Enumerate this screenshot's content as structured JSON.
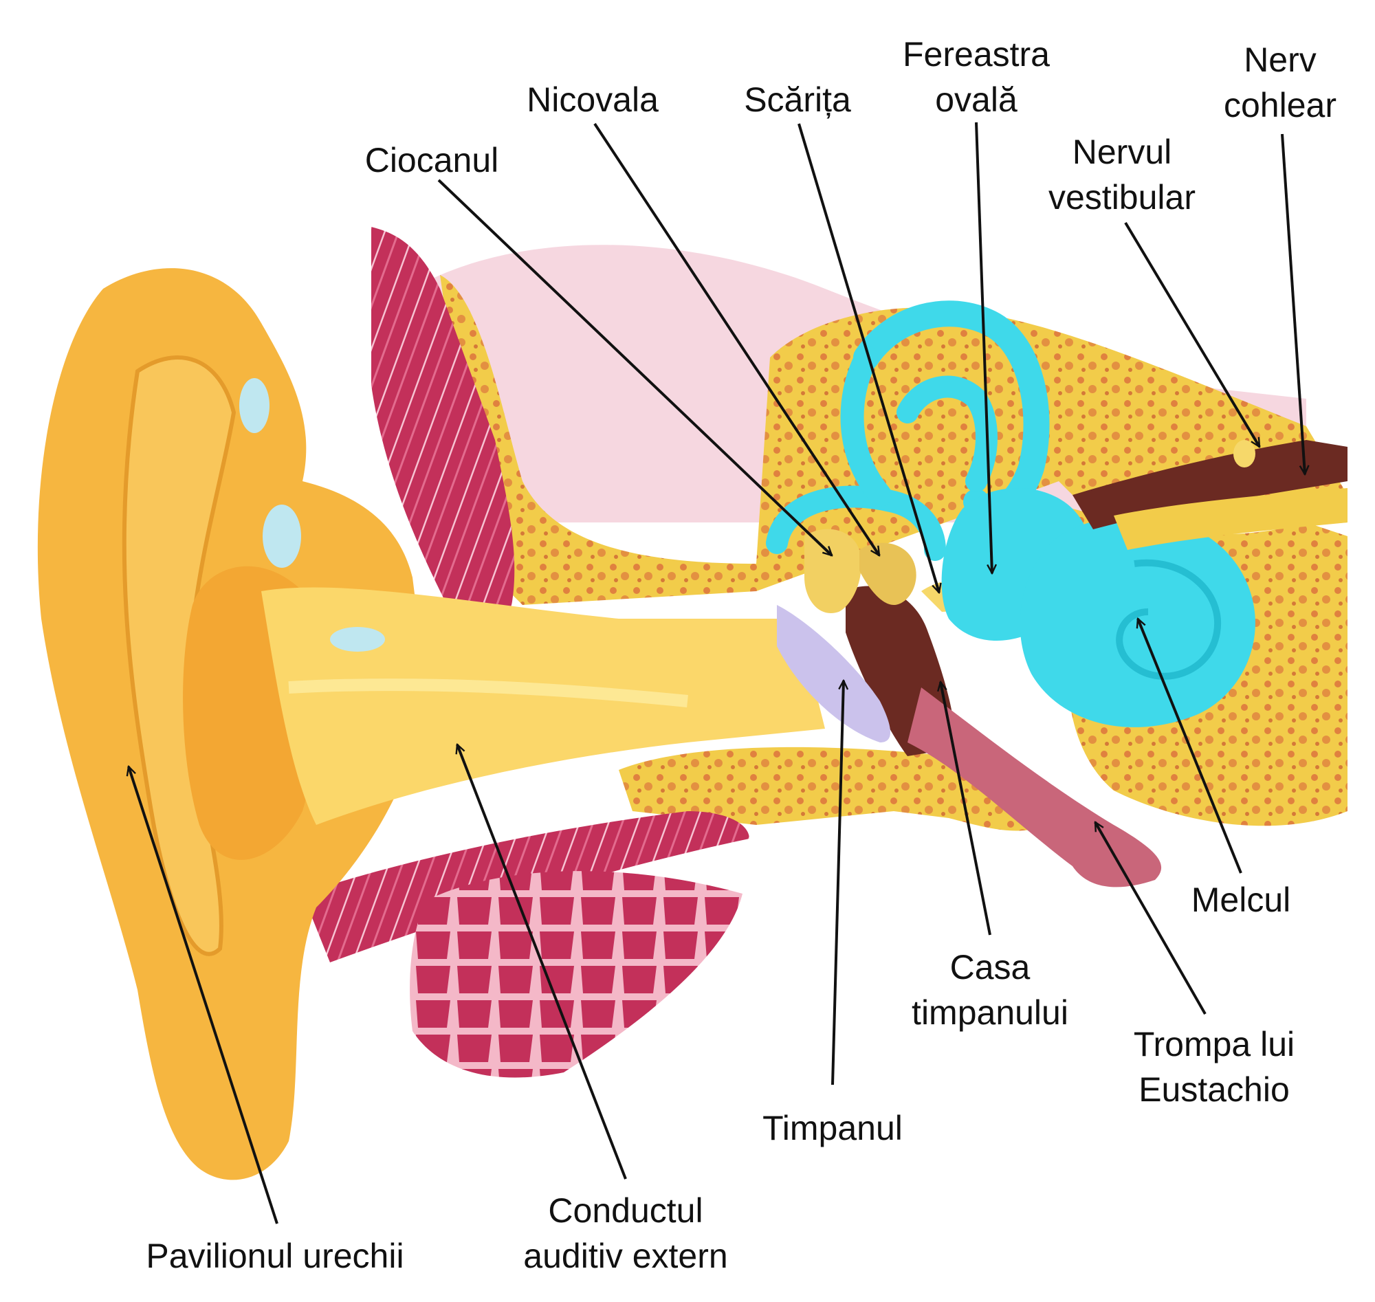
{
  "colors": {
    "skin": "#f6b640",
    "skin_light": "#ffd66b",
    "canal": "#fbd76a",
    "bone": "#f2cc4a",
    "bone_spots": "#d9683a",
    "muscle": "#c3305a",
    "muscle_light": "#f4b8c8",
    "inner_ear": "#3fd9ea",
    "inner_ear_dark": "#1fb6cc",
    "dark_tissue": "#6b2a22",
    "eardrum": "#cbc2ec",
    "background_pink": "#f3c9d6",
    "arrow": "#111111"
  },
  "labels": {
    "ciocanul": "Ciocanul",
    "nicovala": "Nicovala",
    "scarita": "Scărița",
    "fereastra_ovala": [
      "Fereastra",
      "ovală"
    ],
    "nerv_cohlear": [
      "Nerv",
      "cohlear"
    ],
    "nervul_vestibular": [
      "Nervul",
      "vestibular"
    ],
    "melcul": "Melcul",
    "casa_timpanului": [
      "Casa",
      "timpanului"
    ],
    "trompa_lui_eustachio": [
      "Trompa lui",
      "Eustachio"
    ],
    "timpanul": "Timpanul",
    "conductul_auditiv_extern": [
      "Conductul",
      "auditiv extern"
    ],
    "pavilionul_urechii": "Pavilionul urechii"
  }
}
